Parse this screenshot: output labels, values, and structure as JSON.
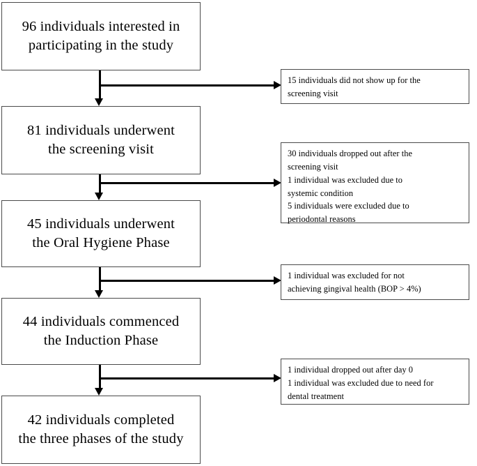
{
  "diagram": {
    "type": "participant-flow-chart",
    "title_visible": false,
    "flow_boxes": [
      {
        "id": "enrolled",
        "count": 96,
        "text": "96 individuals interested in\nparticipating in the study"
      },
      {
        "id": "screened",
        "count": 81,
        "text": "81 individuals underwent\nthe screening visit"
      },
      {
        "id": "oral-hygiene-phase",
        "count": 45,
        "text": "45 individuals underwent\nthe Oral Hygiene Phase"
      },
      {
        "id": "induction-phase",
        "count": 44,
        "text": "44 individuals commenced\nthe Induction Phase"
      },
      {
        "id": "completed",
        "count": 42,
        "text": "42 individuals completed\nthe three phases of the study"
      }
    ],
    "exclusion_boxes": [
      {
        "id": "exclusion-1",
        "text": "15 individuals  did not show up for  the\nscreening  visit",
        "lines": [
          "15 individuals  did not show up for  the screening  visit"
        ]
      },
      {
        "id": "exclusion-2",
        "text": "30 individuals  dropped out after  the\nscreening  visit\n1 individual  was excluded  due to\nsystemic  condition\n5 individuals  were excluded  due to\nperiodontal  reasons",
        "lines": [
          "30 individuals dropped out after the screening visit",
          "1 individual was excluded due to systemic condition",
          "5 individuals were excluded due to periodontal reasons"
        ]
      },
      {
        "id": "exclusion-3",
        "text": "1 individual  was excluded  for not\nachieving  gingival  health  (BOP > 4%)",
        "lines": [
          "1 individual was excluded for not achieving gingival health (BOP > 4%)"
        ]
      },
      {
        "id": "exclusion-4",
        "text": "1 individual  dropped out after  day 0\n1 individual  was excluded  due to need for\ndental  treatment",
        "lines": [
          "1 individual dropped out after day 0",
          "1 individual was excluded due to need for dental treatment"
        ]
      }
    ],
    "colors": {
      "box_border": "#4a4a4a",
      "connector": "#000000",
      "background": "#ffffff",
      "text": "#000000"
    }
  }
}
